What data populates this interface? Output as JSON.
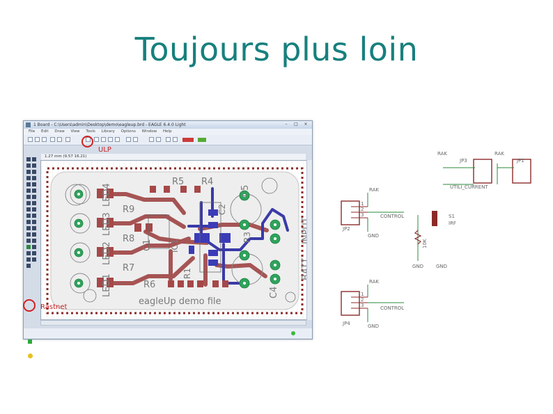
{
  "slide": {
    "title": "Toujours plus loin"
  },
  "eagle": {
    "window_title": "1 Board - C:\\Users\\admin\\Desktop\\demo\\eagleup.brd - EAGLE 6.4.0 Light",
    "menu": [
      "File",
      "Edit",
      "Draw",
      "View",
      "Tools",
      "Library",
      "Options",
      "Window",
      "Help"
    ],
    "coords": "1.27 mm (9.57 16.21)",
    "annotations": {
      "ulp": "ULP",
      "ratsnest": "Rastnet"
    },
    "board": {
      "parts": {
        "led4": "LED4",
        "led3": "LED3",
        "led2": "LED2",
        "led1": "LED1",
        "r9": "R9",
        "r8": "R8",
        "r7": "R7",
        "r6": "R6",
        "r5": "R5",
        "r4": "R4",
        "r3": "R3",
        "r1": "R1",
        "c5": "C5",
        "c4": "C4",
        "c2": "C2",
        "c1": "C1",
        "ic1": "IC1",
        "input": "INPUT",
        "batt": "BATT"
      },
      "caption": "eagleUp demo file"
    }
  },
  "schematic": {
    "jp2": "JP2",
    "jp3": "JP3",
    "jp4": "JP4",
    "jp1": "JP1",
    "control": "CONTROL",
    "current": "UTILI_CURRENT",
    "gnd": "GND",
    "rak": "RAK",
    "s1": "S1",
    "irf": "IRF",
    "r10k": "10K",
    "pin1": "1",
    "pin2": "2",
    "pin3": "3"
  },
  "colors": {
    "title": "#17807e",
    "board_red": "#8c2a2a",
    "pad_green": "#2fa35c",
    "trace_blue": "#3a3aa8",
    "annotation": "#c62424"
  }
}
